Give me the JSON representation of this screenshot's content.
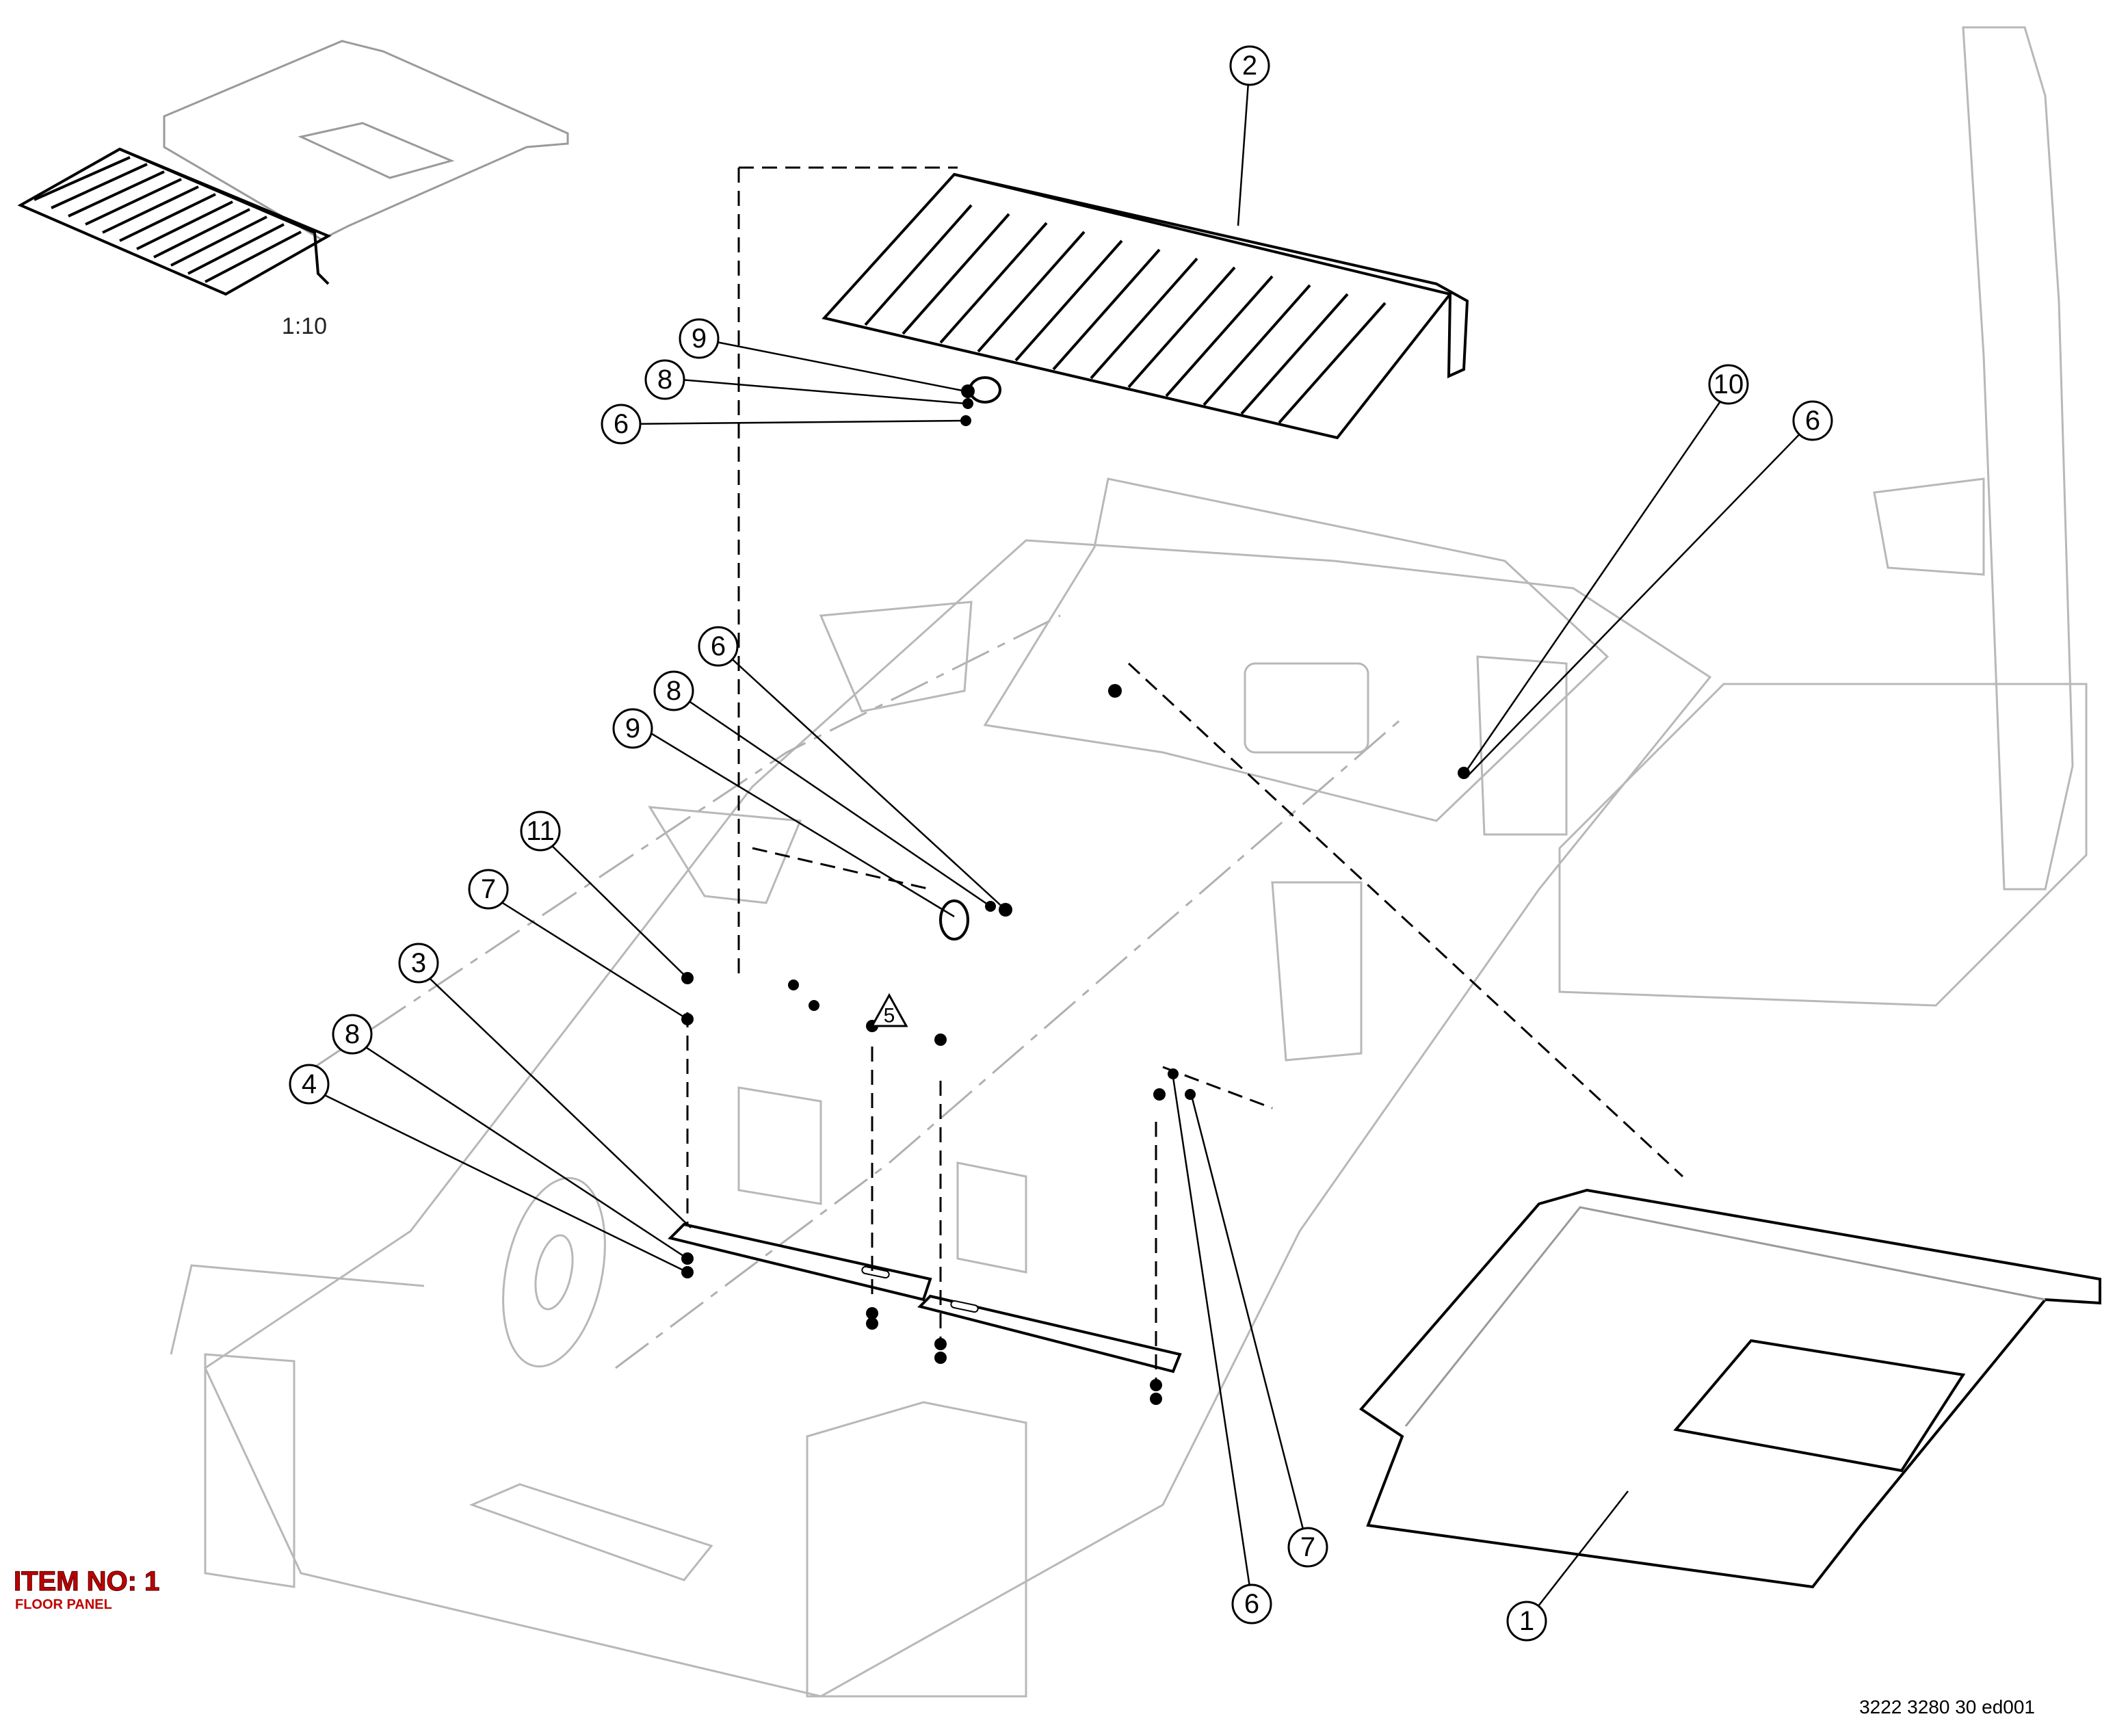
{
  "inset": {
    "scale_label": "1:10"
  },
  "balloons": [
    {
      "label": "2"
    },
    {
      "label": "9"
    },
    {
      "label": "8"
    },
    {
      "label": "6"
    },
    {
      "label": "10"
    },
    {
      "label": "6"
    },
    {
      "label": "6"
    },
    {
      "label": "8"
    },
    {
      "label": "9"
    },
    {
      "label": "11"
    },
    {
      "label": "7"
    },
    {
      "label": "3"
    },
    {
      "label": "8"
    },
    {
      "label": "4"
    },
    {
      "label": "5"
    },
    {
      "label": "6"
    },
    {
      "label": "7"
    },
    {
      "label": "1"
    }
  ],
  "item_callout": {
    "item_number": "ITEM NO: 1",
    "description": "FLOOR PANEL"
  },
  "drawing_reference": "3222 3280 30 ed001",
  "colors": {
    "item_callout": "#c00000",
    "linework": "#000000",
    "frame": "#b8b8b8"
  }
}
